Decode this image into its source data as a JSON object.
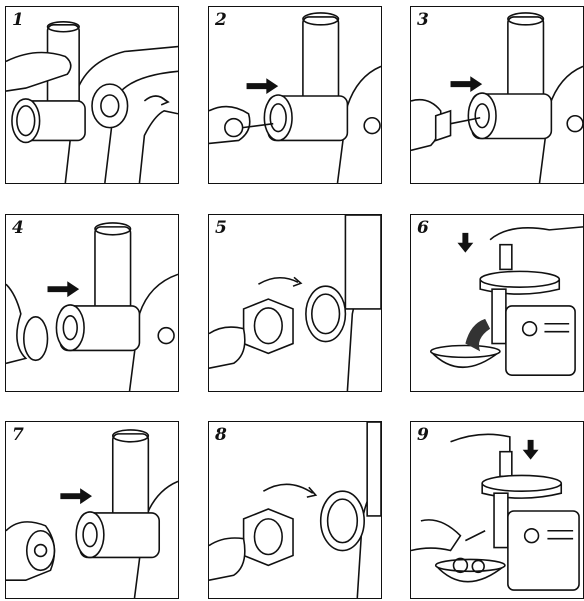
{
  "panels": [
    {
      "number": "1"
    },
    {
      "number": "2"
    },
    {
      "number": "3"
    },
    {
      "number": "4"
    },
    {
      "number": "5"
    },
    {
      "number": "6"
    },
    {
      "number": "7"
    },
    {
      "number": "8"
    },
    {
      "number": "9"
    }
  ],
  "colors": {
    "ink": "#111111",
    "paper": "#ffffff"
  }
}
